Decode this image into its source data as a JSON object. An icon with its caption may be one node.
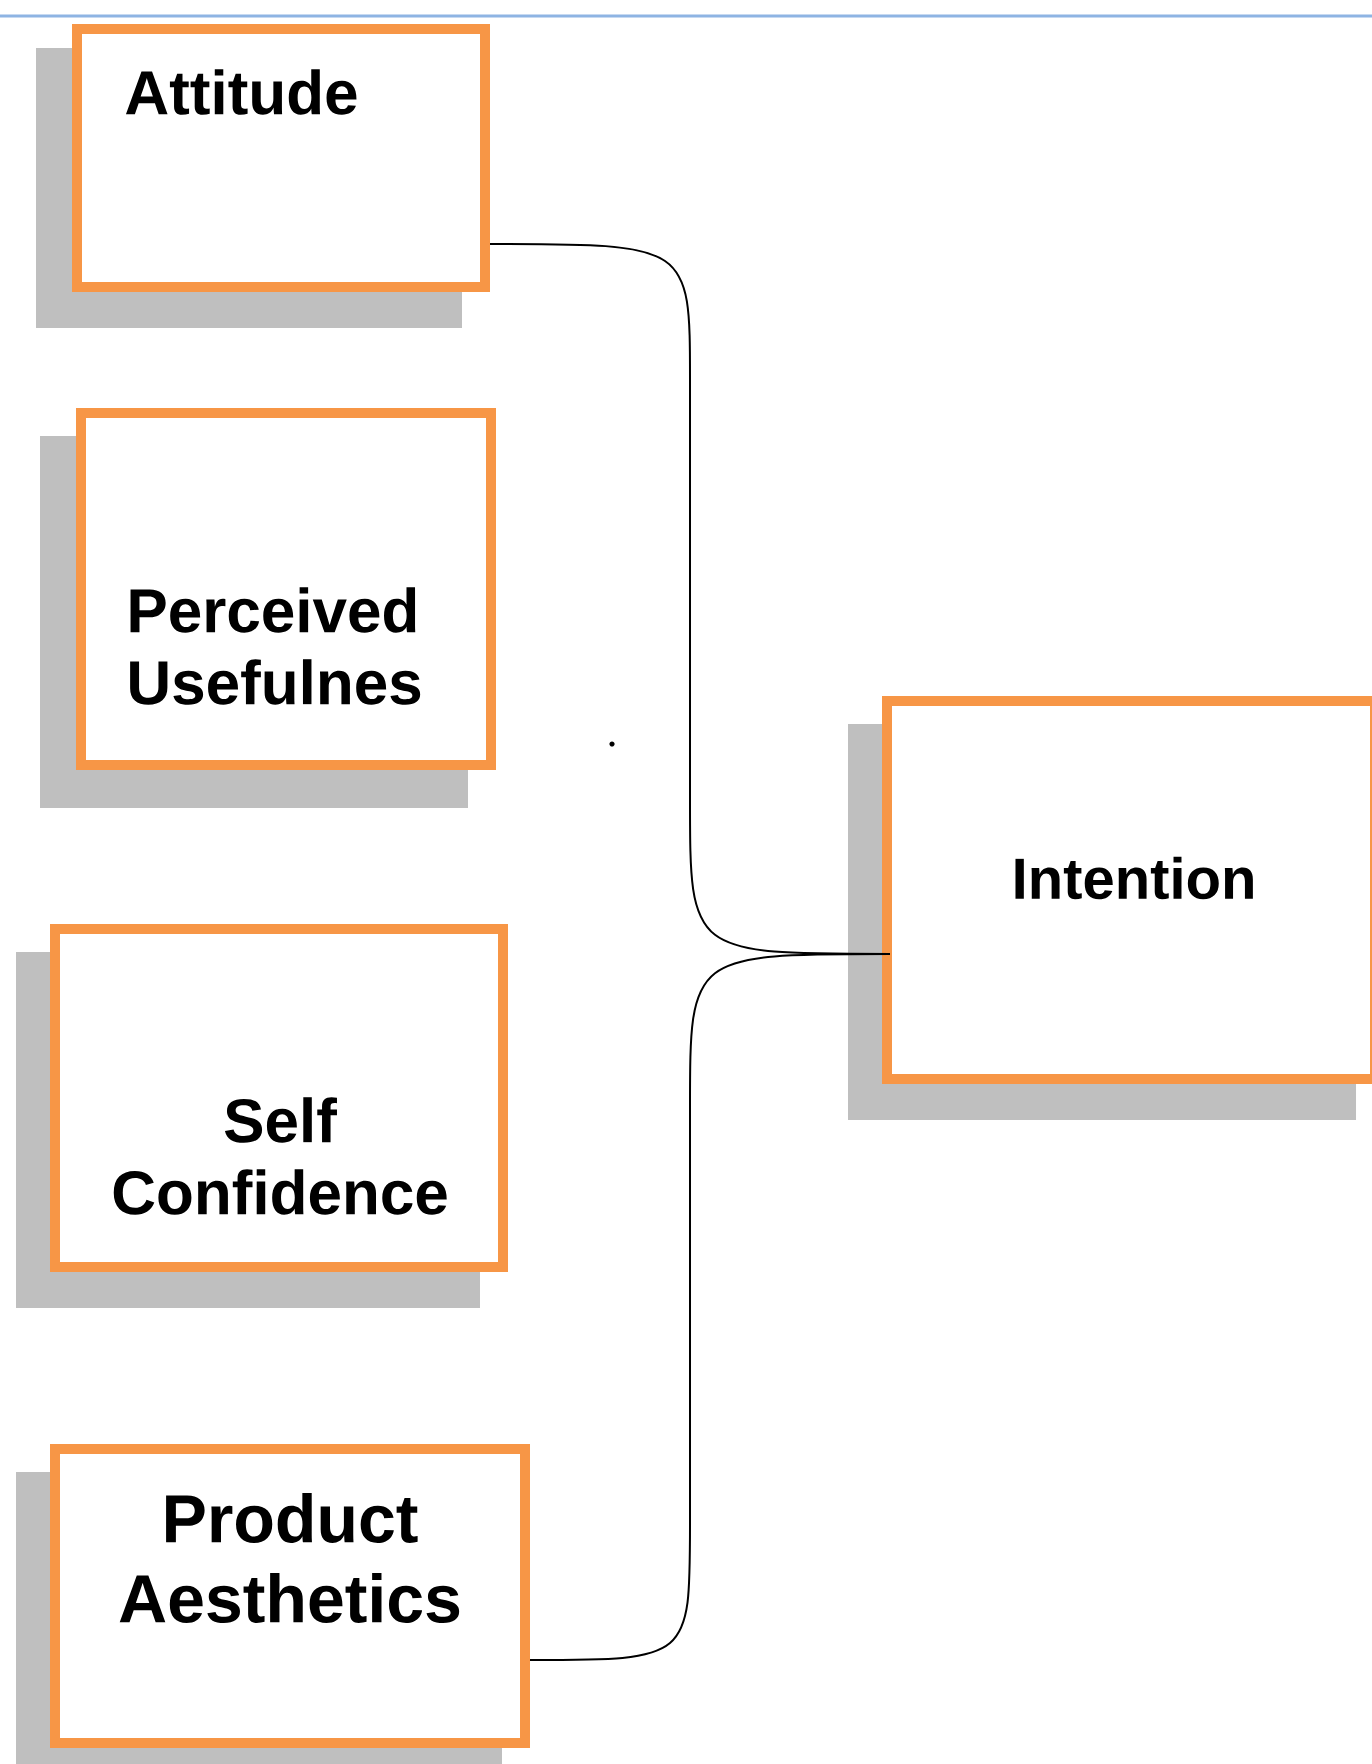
{
  "diagram": {
    "nodes": [
      {
        "text": [
          "Attitude"
        ]
      },
      {
        "text": [
          "Perceived Usefulnes"
        ]
      },
      {
        "text": [
          "Self Confidence"
        ]
      },
      {
        "text": [
          "Product Aesthetics"
        ]
      },
      {
        "text": [
          "Intention"
        ]
      }
    ],
    "edges": [
      {
        "from": 0,
        "to": 4,
        "arrow": "none"
      },
      {
        "from": 3,
        "to": 4,
        "arrow": "none"
      }
    ]
  }
}
